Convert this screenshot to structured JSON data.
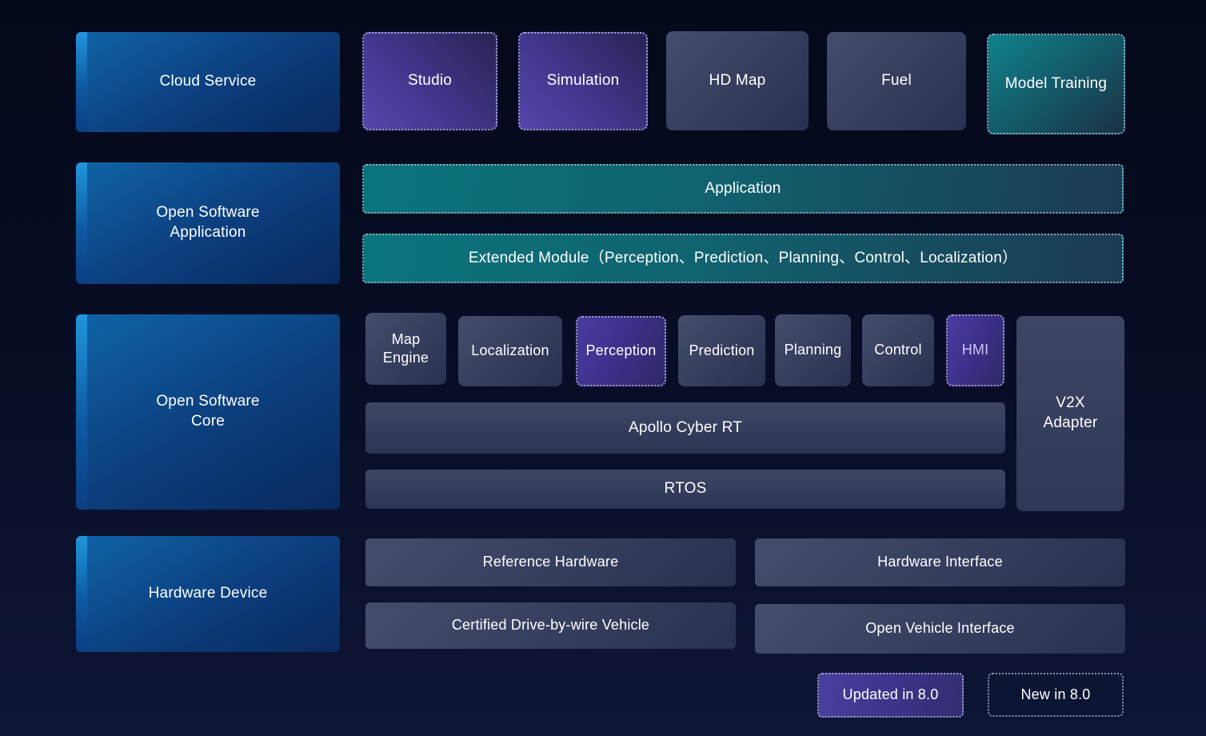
{
  "colors": {
    "background_top": "#04091a",
    "background_bottom": "#0d1635",
    "category_blue": "#0c4a8c",
    "category_accent_blue": "#2196dc",
    "module_slate": "#39425f",
    "updated_purple": "#4a3ba2",
    "new_teal": "#0e7c84",
    "text": "#ffffff"
  },
  "rows": {
    "cloud": {
      "label": "Cloud Service",
      "items": {
        "studio": "Studio",
        "simulation": "Simulation",
        "hd_map": "HD Map",
        "fuel": "Fuel",
        "model_training": "Model Training"
      }
    },
    "software_application": {
      "label": "Open Software\nApplication",
      "items": {
        "application": "Application",
        "extended_module": "Extended Module（Perception、Prediction、Planning、Control、Localization）"
      }
    },
    "software_core": {
      "label": "Open Software\nCore",
      "items": {
        "map_engine": "Map\nEngine",
        "localization": "Localization",
        "perception": "Perception",
        "prediction": "Prediction",
        "planning": "Planning",
        "control": "Control",
        "hmi": "HMI",
        "v2x_adapter": "V2X\nAdapter",
        "apollo_cyber_rt": "Apollo Cyber RT",
        "rtos": "RTOS"
      }
    },
    "hardware": {
      "label": "Hardware Device",
      "items": {
        "reference_hardware": "Reference Hardware",
        "hardware_interface": "Hardware Interface",
        "certified_vehicle": "Certified Drive-by-wire Vehicle",
        "open_vehicle_interface": "Open Vehicle Interface"
      }
    }
  },
  "legend": {
    "updated": "Updated in 8.0",
    "new": "New in 8.0"
  }
}
